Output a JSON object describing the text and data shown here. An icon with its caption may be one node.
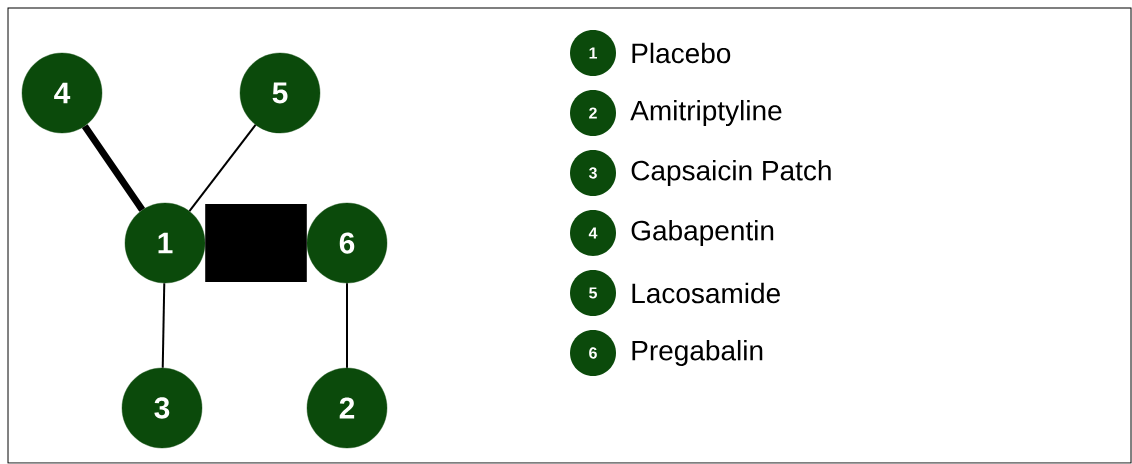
{
  "diagram": {
    "nodes": [
      {
        "text": [
          "1"
        ]
      },
      {
        "text": [
          "2"
        ]
      },
      {
        "text": [
          "3"
        ]
      },
      {
        "text": [
          "4"
        ]
      },
      {
        "text": [
          "5"
        ]
      },
      {
        "text": [
          "6"
        ]
      }
    ],
    "edges": [
      {
        "from": 0,
        "to": 3,
        "arrow": "none",
        "style": "thick"
      },
      {
        "from": 0,
        "to": 4,
        "arrow": "none"
      },
      {
        "from": 0,
        "to": 5,
        "arrow": "none",
        "style": "thick"
      },
      {
        "from": 0,
        "to": 2,
        "arrow": "none"
      },
      {
        "from": 5,
        "to": 1,
        "arrow": "none"
      }
    ],
    "labels": [
      "1",
      "2",
      "3",
      "4",
      "5",
      "6"
    ],
    "legend": [
      {
        "text": "Placebo"
      },
      {
        "text": "Amitriptyline"
      },
      {
        "text": "Capsaicin Patch"
      },
      {
        "text": "Gabapentin"
      },
      {
        "text": "Lacosamide"
      },
      {
        "text": "Pregabalin"
      }
    ]
  }
}
